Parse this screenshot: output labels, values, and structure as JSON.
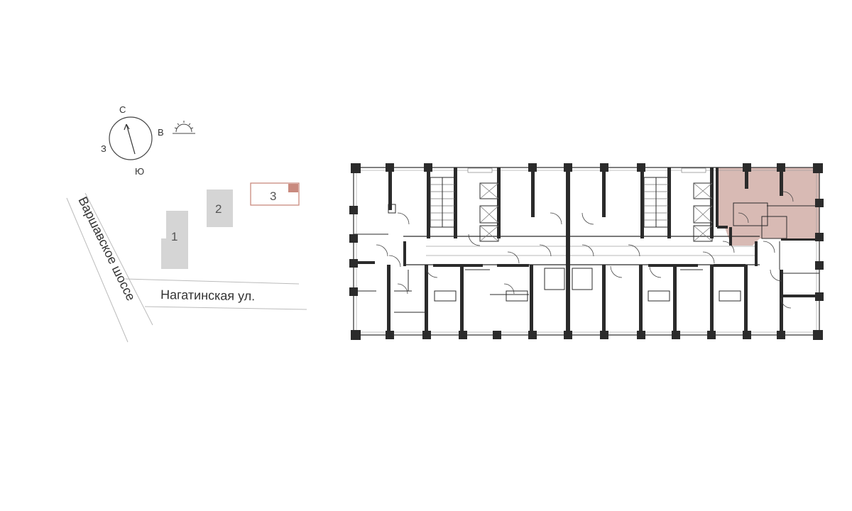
{
  "compass": {
    "north": "С",
    "east": "В",
    "south": "Ю",
    "west": "З",
    "sun_icon": "sunrise-icon"
  },
  "site": {
    "buildings": [
      {
        "label": "1",
        "selected": false
      },
      {
        "label": "2",
        "selected": false
      },
      {
        "label": "3",
        "selected": true
      }
    ],
    "roads": [
      {
        "name": "Варшавское шоссе"
      },
      {
        "name": "Нагатинская ул."
      }
    ]
  },
  "floorplan": {
    "highlighted_unit": "selected-apartment",
    "highlight_color": "#d8bab4",
    "selected_marker_color": "#c98a7e",
    "wall_color": "#2b2b2b"
  }
}
